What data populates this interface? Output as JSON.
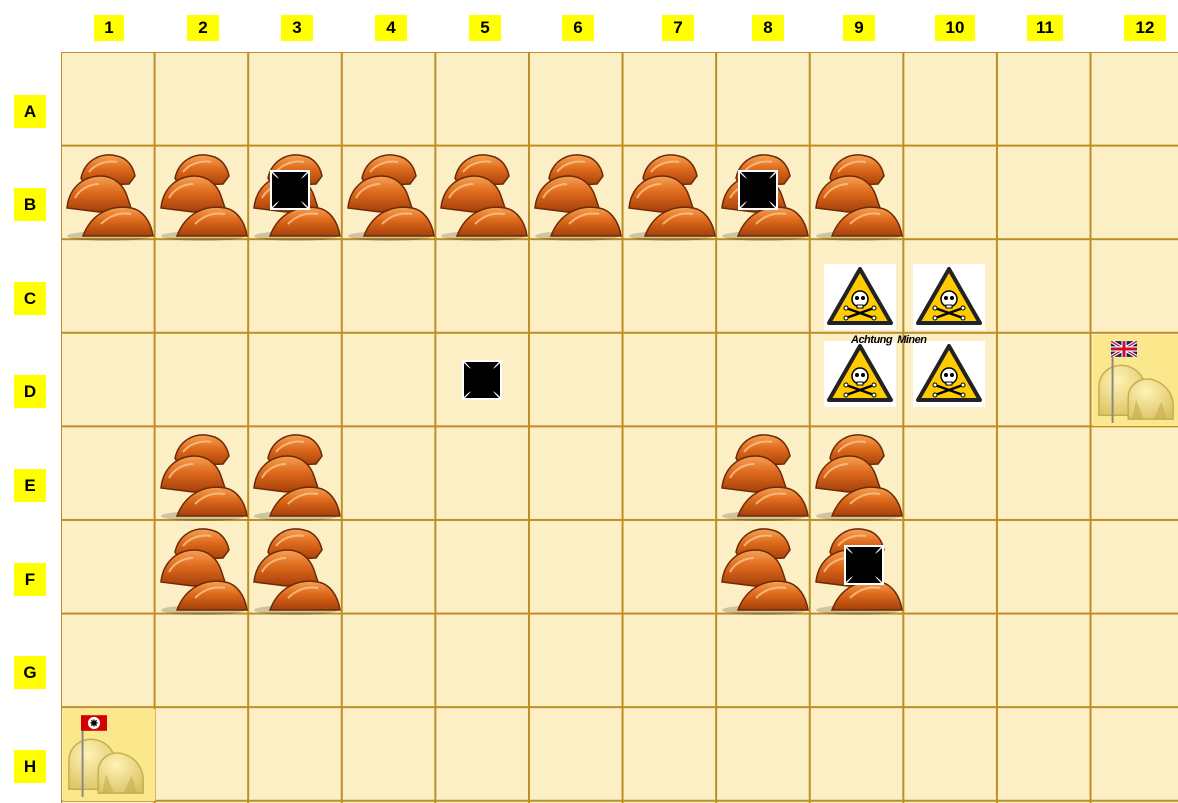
{
  "board": {
    "columns": [
      "1",
      "2",
      "3",
      "4",
      "5",
      "6",
      "7",
      "8",
      "9",
      "10",
      "11",
      "12"
    ],
    "rows": [
      "A",
      "B",
      "C",
      "D",
      "E",
      "F",
      "G",
      "H"
    ],
    "colors": {
      "cell": "#fcefc6",
      "grid_line": "#bc8e23",
      "label_bg": "#ffff00",
      "base_highlight": "#fbe78c",
      "rock": "#d9661a",
      "warning": "#ffcc00"
    }
  },
  "pieces": {
    "rocks": [
      "B1",
      "B2",
      "B3",
      "B4",
      "B5",
      "B6",
      "B7",
      "B8",
      "B9",
      "E2",
      "E3",
      "E8",
      "E9",
      "F2",
      "F3",
      "F8",
      "F9"
    ],
    "iron_crosses": [
      "B3",
      "B8",
      "D5",
      "F9"
    ],
    "mine_signs": [
      "C9",
      "C10",
      "D9",
      "D10"
    ],
    "bases": [
      {
        "cell": "D12",
        "flag": "union-jack-icon",
        "side": "british"
      },
      {
        "cell": "H1",
        "flag": "swastika-flag-icon",
        "side": "german"
      }
    ]
  },
  "mine_caption": "Achtung  Minen"
}
